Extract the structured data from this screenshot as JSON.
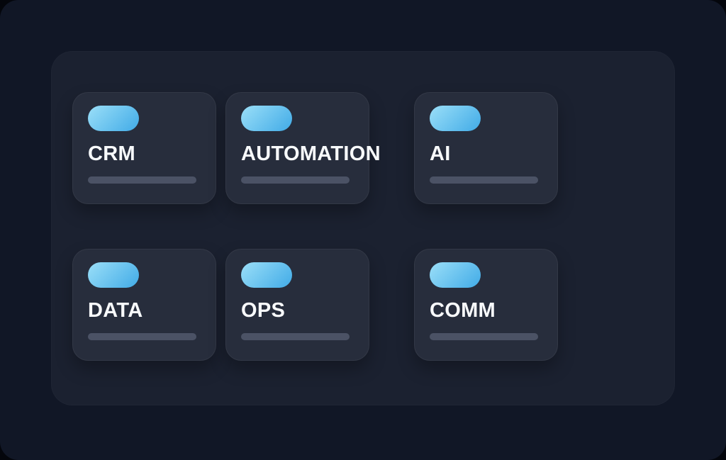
{
  "colors": {
    "outer_background": "#04060c",
    "page_background": "#111726",
    "panel_background": "#1b2130",
    "card_background": "#272d3c",
    "card_border": "rgba(255,255,255,0.055)",
    "bar_color": "#4b5265",
    "label_color": "#f8fafc",
    "pill_gradient_start": "#9bdff8",
    "pill_gradient_end": "#41abe7"
  },
  "cards": [
    {
      "label": "CRM"
    },
    {
      "label": "AUTOMATION"
    },
    {
      "label": "AI"
    },
    {
      "label": "DATA"
    },
    {
      "label": "OPS"
    },
    {
      "label": "COMM"
    }
  ]
}
